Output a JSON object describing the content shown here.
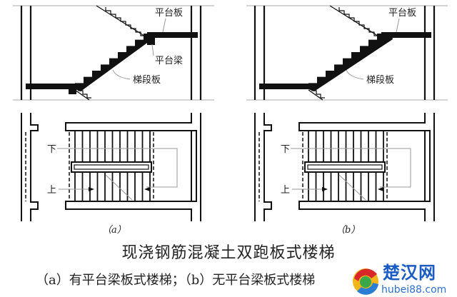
{
  "panels": [
    {
      "id": "a",
      "caption": "（a）",
      "label_landing_slab": "平台板",
      "label_landing_beam": "平台梁",
      "label_flight_slab": "梯段板",
      "label_down": "下",
      "label_up": "上",
      "has_beam": true
    },
    {
      "id": "b",
      "caption": "（b）",
      "label_landing_slab": "平台板",
      "label_flight_slab": "梯段板",
      "label_down": "下",
      "label_up": "上",
      "has_beam": false
    }
  ],
  "title": "现浇钢筋混凝土双跑板式楼梯",
  "subtitle": "（a）有平台梁板式楼梯；（b）无平台梁板式楼梯",
  "watermark": {
    "name": "楚汉网",
    "url": "hubei88.com"
  }
}
